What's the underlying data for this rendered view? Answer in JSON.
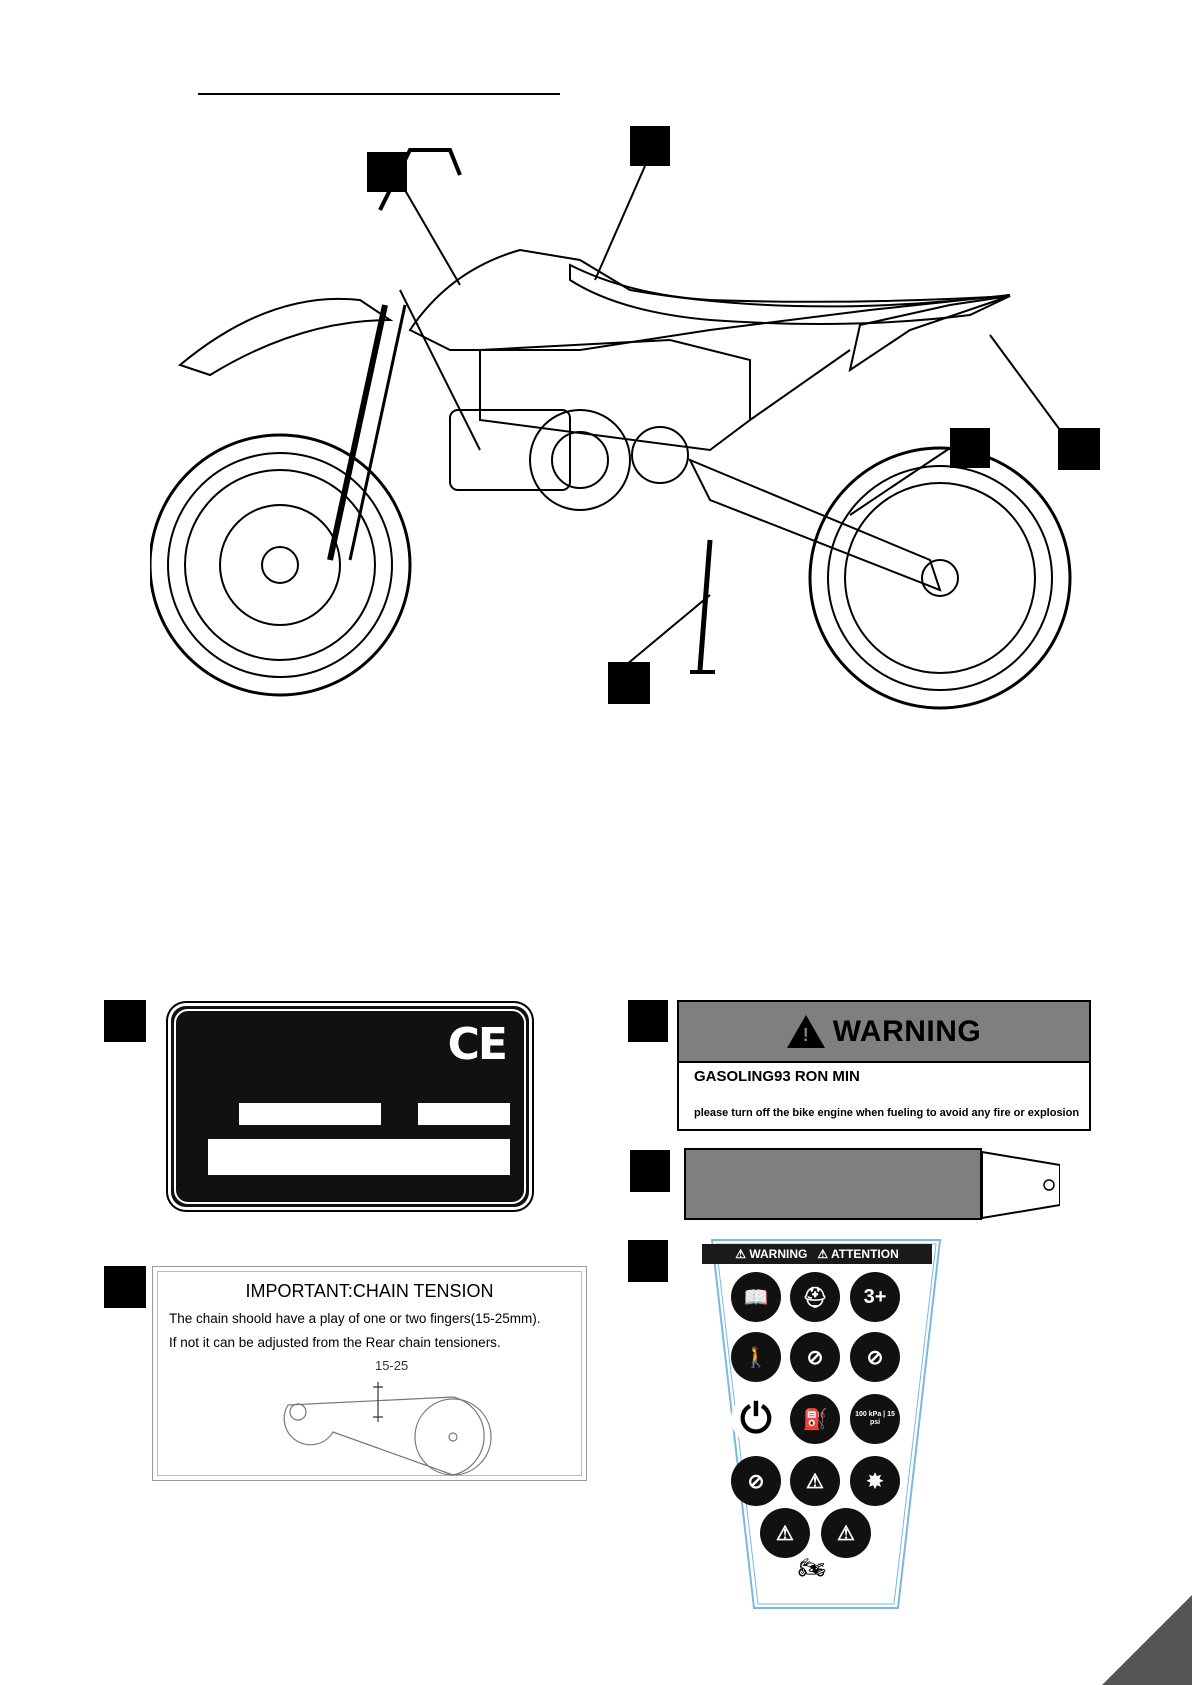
{
  "plate": {
    "ce_mark": "CE"
  },
  "warning_label": {
    "title": "WARNING",
    "triangle_glyph": "!",
    "fuel": "GASOLING93 RON MIN",
    "note": "please turn off the bike engine when fueling to avoid any fire or explosion"
  },
  "chain_label": {
    "title": "IMPORTANT:CHAIN TENSION",
    "line1": "The chain shoold have a play of one or two fingers(15-25mm).",
    "line2": "If not it can  be adjusted from the Rear chain tensioners.",
    "dimension": "15-25"
  },
  "pictogram_label": {
    "header_warning": "⚠ WARNING",
    "header_attention": "⚠ ATTENTION",
    "age_icon_text": "3+",
    "tire_pressure_text": "100 kPa | 15 psi",
    "icons": [
      "manual-icon",
      "helmet-gear-icon",
      "age-3-plus-icon",
      "supervision-icon",
      "no-passenger-icon",
      "no-road-icon",
      "power-icon",
      "fuel-icon",
      "tire-pressure-icon",
      "no-noise-icon",
      "hearing-icon",
      "spark-icon",
      "rider-icon",
      "hot-surface-icon",
      "dirt-bike-icon"
    ]
  },
  "colors": {
    "label_grey": "#7f7f7f",
    "plate_black": "#111111",
    "pict_outline_blue": "#7ab8e0"
  }
}
